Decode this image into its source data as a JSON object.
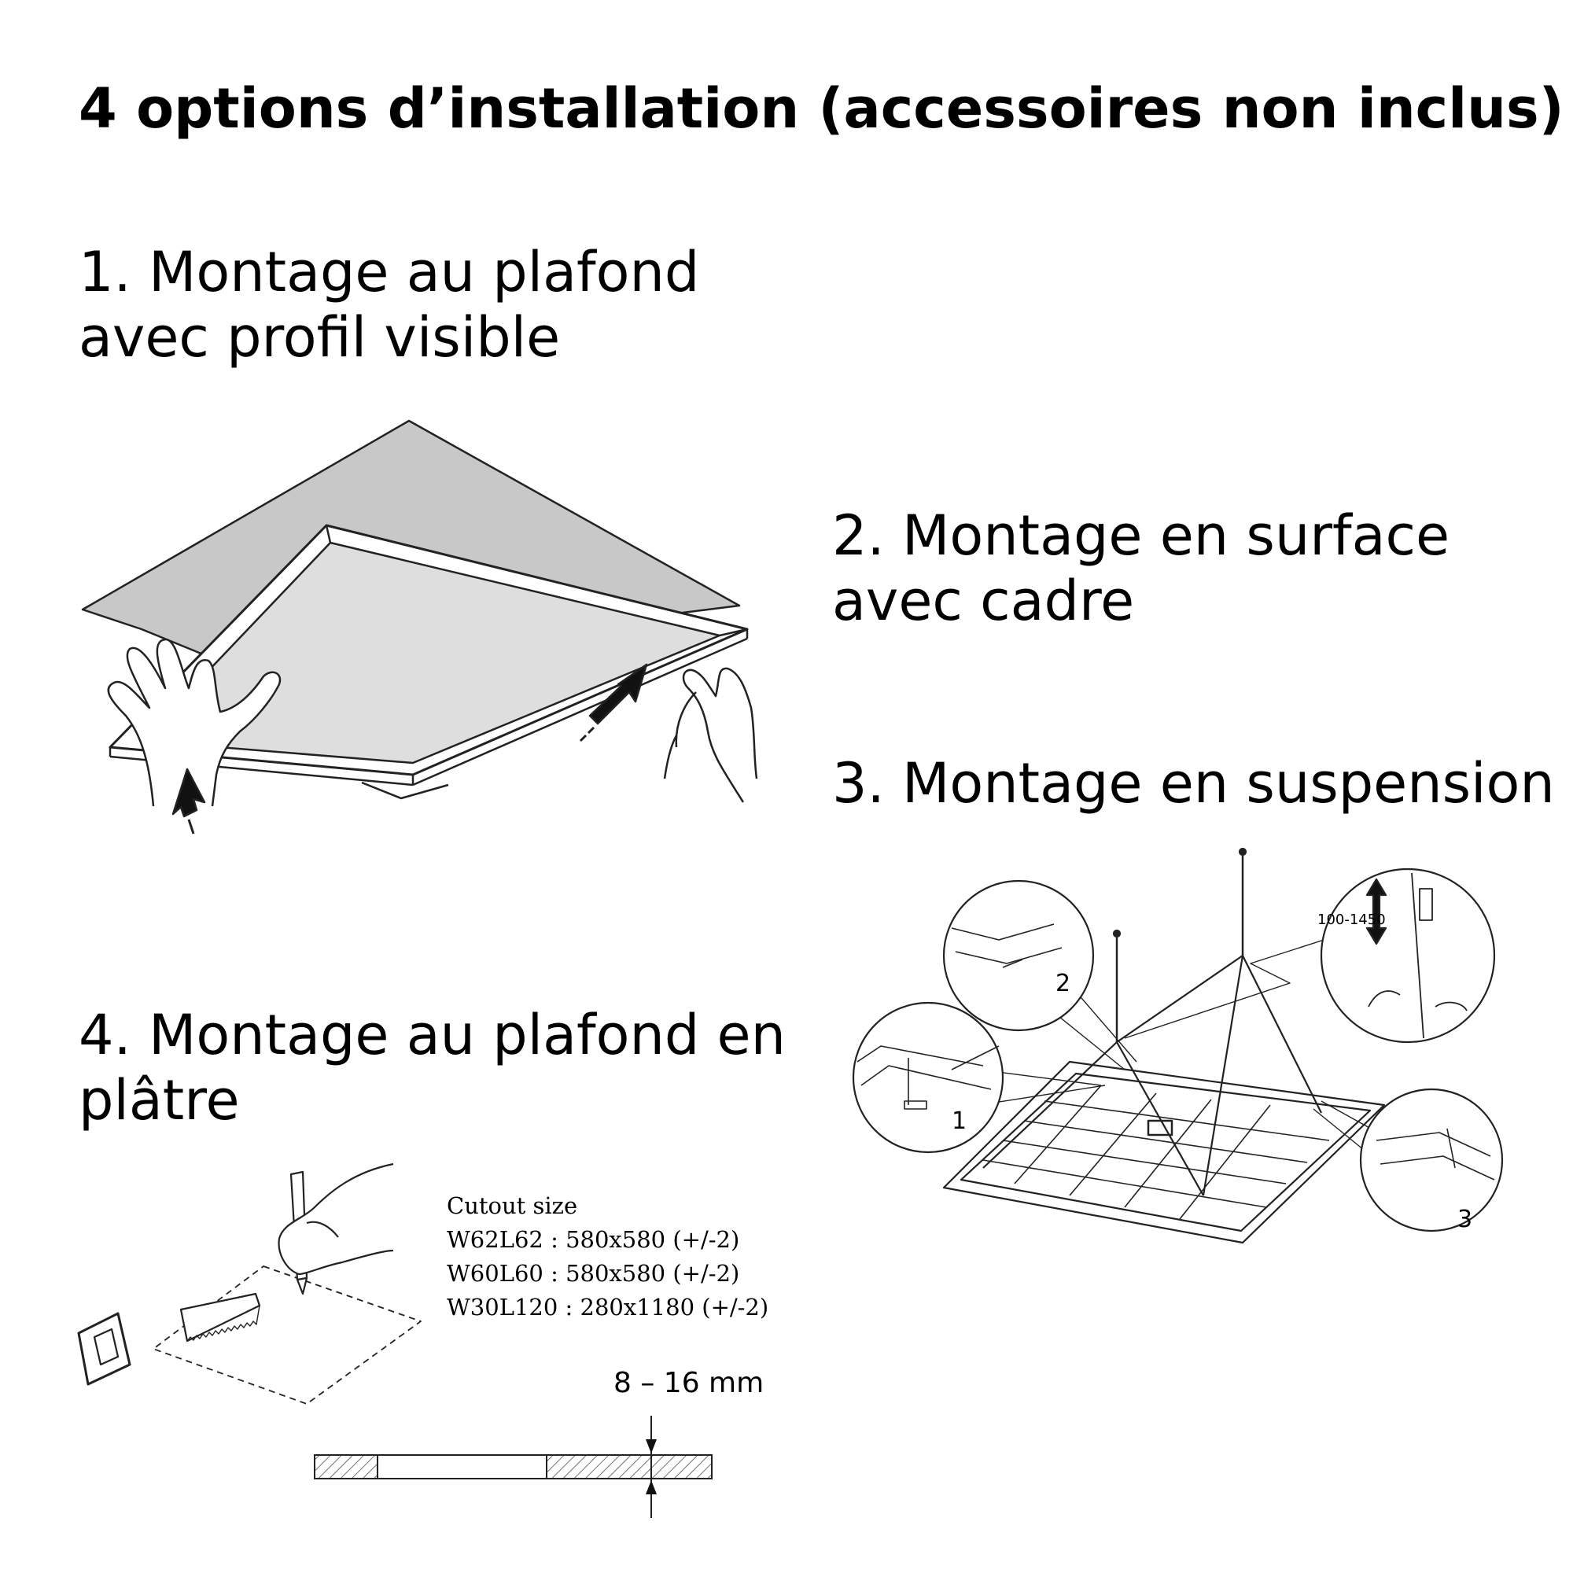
{
  "title": "4 options d’installation (accessoires non inclus)",
  "sections": [
    {
      "line1": "1. Montage au plafond",
      "line2": "avec profil visible"
    },
    {
      "line1": "2. Montage en surface",
      "line2": "avec cadre"
    },
    {
      "line1": "3. Montage en suspension",
      "line2": ""
    },
    {
      "line1": "4. Montage au plafond en",
      "line2": "plâtre"
    }
  ],
  "suspension": {
    "callout_1": "1",
    "callout_2": "2",
    "callout_3": "3",
    "height_range": "100-1450"
  },
  "cutout": {
    "title": "Cutout size",
    "sizes": [
      "W62L62 : 580x580 (+/-2)",
      "W60L60 : 580x580 (+/-2)",
      "W30L120 : 280x1180 (+/-2)"
    ]
  },
  "thickness": "8 – 16 mm",
  "colors": {
    "ceiling_gray": "#c8c8c8",
    "panel_gray": "#dedede",
    "line": "#222222"
  }
}
